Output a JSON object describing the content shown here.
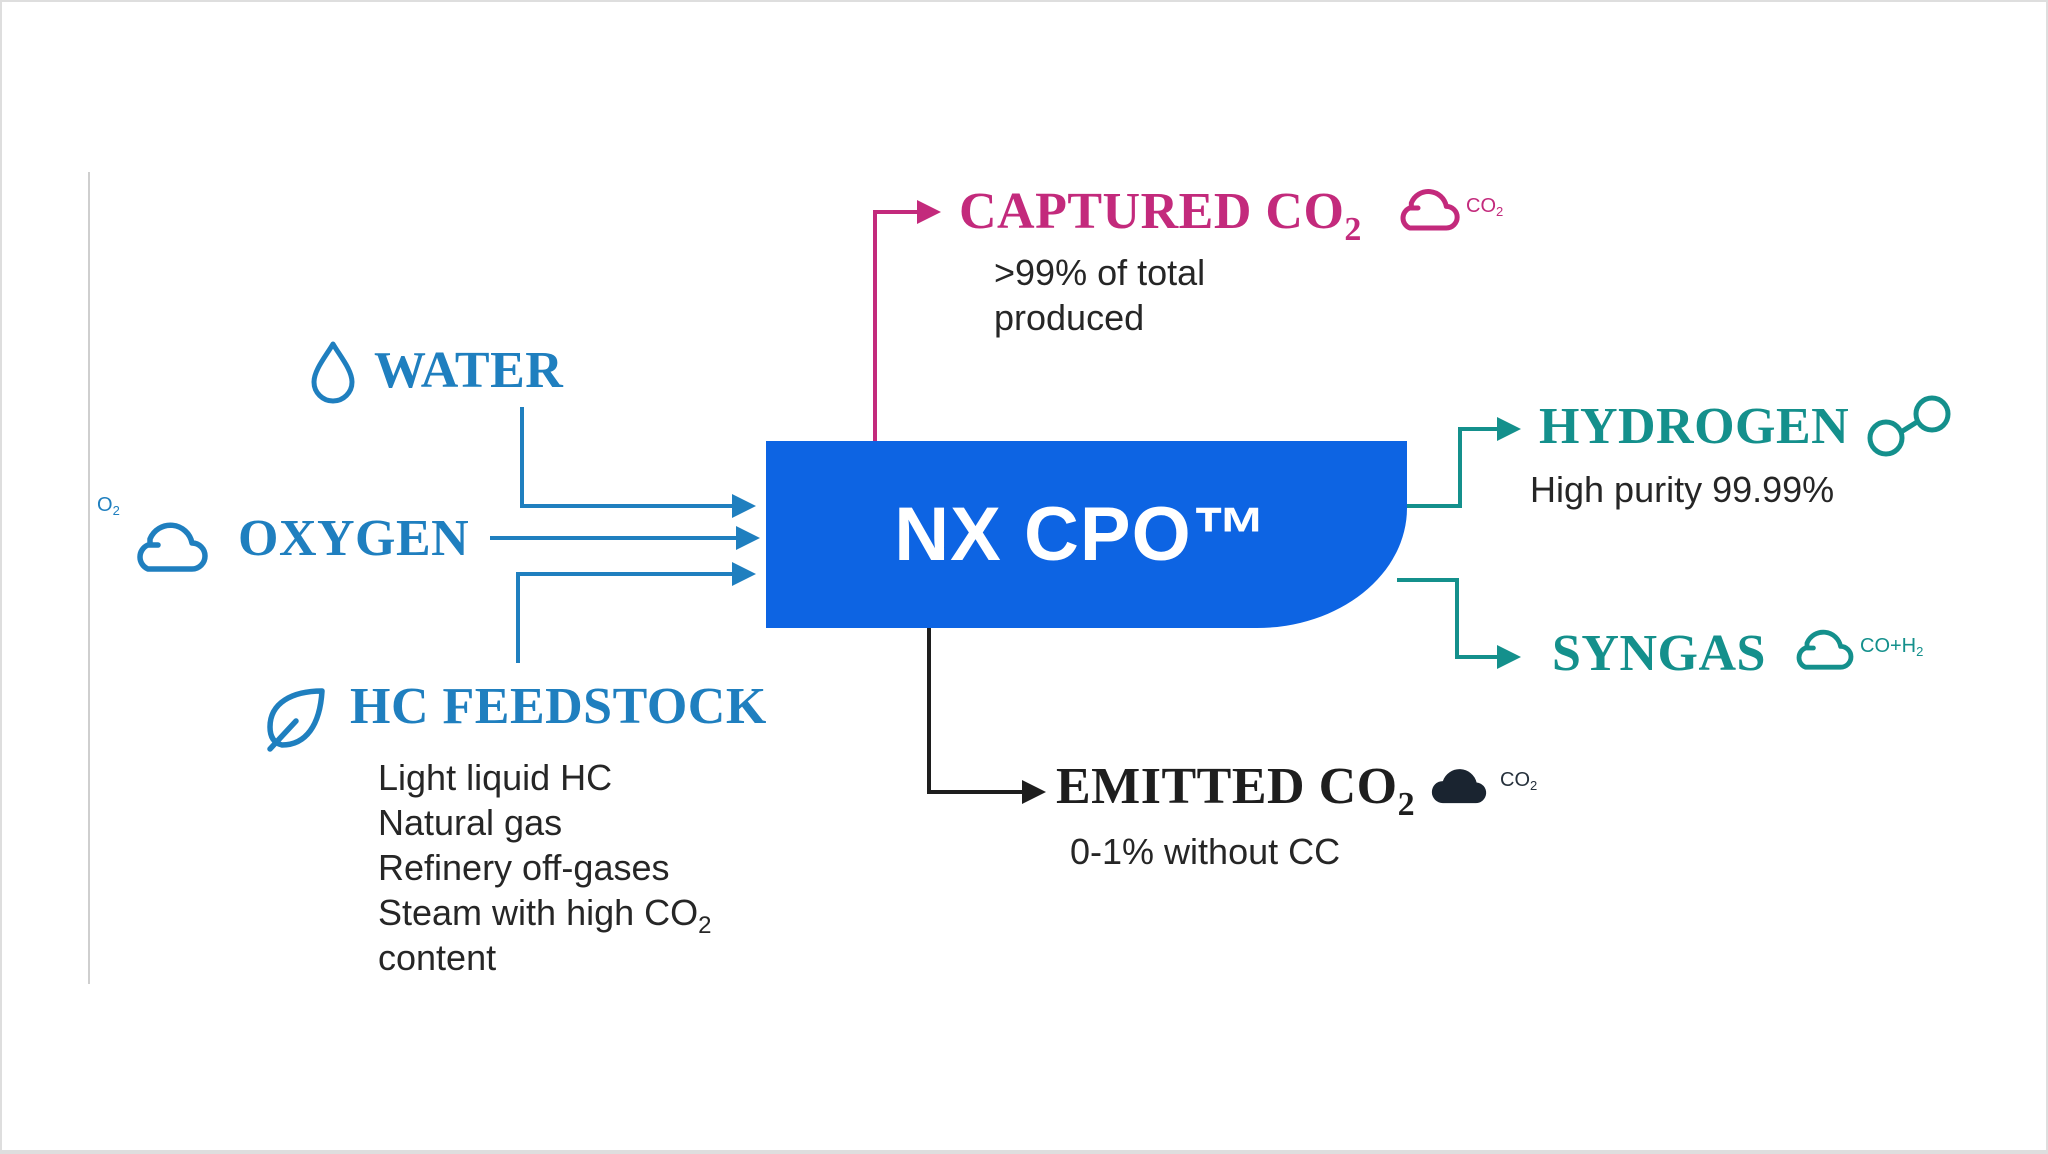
{
  "colors": {
    "input_blue": "#1f7fbf",
    "captured_magenta": "#c32a7c",
    "hydrogen_teal": "#14908c",
    "emitted_dark": "#1a2430",
    "process_box": "#0d64e3",
    "body_text": "#262626"
  },
  "process": {
    "label": "NX CPO™"
  },
  "inputs": {
    "water": {
      "title": "WATER",
      "icon": "water-drop-icon"
    },
    "oxygen": {
      "title": "OXYGEN",
      "icon": "cloud-outline-icon",
      "tag": "O",
      "tag_sub": "2"
    },
    "feedstock": {
      "title": "HC FEEDSTOCK",
      "icon": "leaf-icon",
      "items": [
        "Light liquid HC",
        "Natural gas",
        "Refinery off-gases",
        "Steam with high CO",
        "content"
      ],
      "item4_sub": "2"
    }
  },
  "outputs": {
    "captured": {
      "title": "CAPTURED CO",
      "title_sub": "2",
      "desc_line1": ">99% of total",
      "desc_line2": "produced",
      "icon": "cloud-outline-icon",
      "tag": "CO",
      "tag_sub": "2"
    },
    "hydrogen": {
      "title": "HYDROGEN",
      "desc": "High purity 99.99%",
      "icon": "molecule-icon"
    },
    "syngas": {
      "title": "SYNGAS",
      "icon": "cloud-outline-icon",
      "tag": "CO+H",
      "tag_sub": "2"
    },
    "emitted": {
      "title": "EMITTED CO",
      "title_sub": "2",
      "desc": "0-1% without CC",
      "icon": "cloud-filled-icon",
      "tag": "CO",
      "tag_sub": "2"
    }
  }
}
